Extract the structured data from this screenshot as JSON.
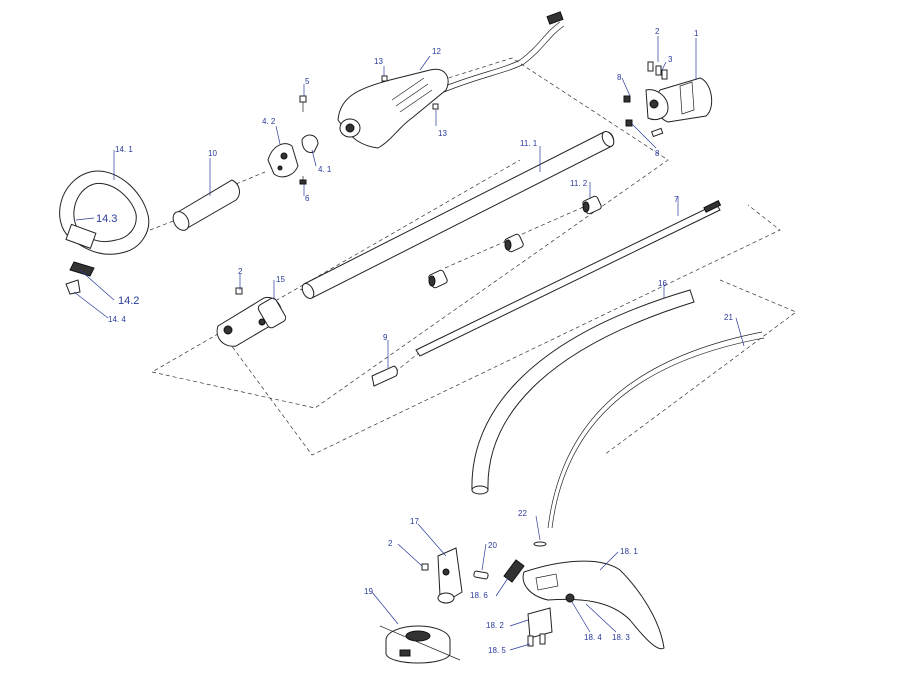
{
  "labels": {
    "p1": "1",
    "p2a": "2",
    "p3": "3",
    "p4_1": "4. 1",
    "p4_2": "4. 2",
    "p5": "5",
    "p6": "6",
    "p7": "7",
    "p8a": "8",
    "p8b": "8",
    "p9": "9",
    "p10": "10",
    "p11_1": "11. 1",
    "p11_2": "11. 2",
    "p12": "12",
    "p13a": "13",
    "p13b": "13",
    "p14_1": "14. 1",
    "p14_2": "14.2",
    "p14_3": "14.3",
    "p14_4": "14. 4",
    "p15": "15",
    "p2b": "2",
    "p16": "16",
    "p17": "17",
    "p2c": "2",
    "p18_1": "18. 1",
    "p18_2": "18. 2",
    "p18_3": "18. 3",
    "p18_4": "18. 4",
    "p18_5": "18. 5",
    "p18_6": "18. 6",
    "p19": "19",
    "p20": "20",
    "p21": "21",
    "p22": "22"
  },
  "colors": {
    "label": "#2a3a9a",
    "line": "#222222"
  }
}
